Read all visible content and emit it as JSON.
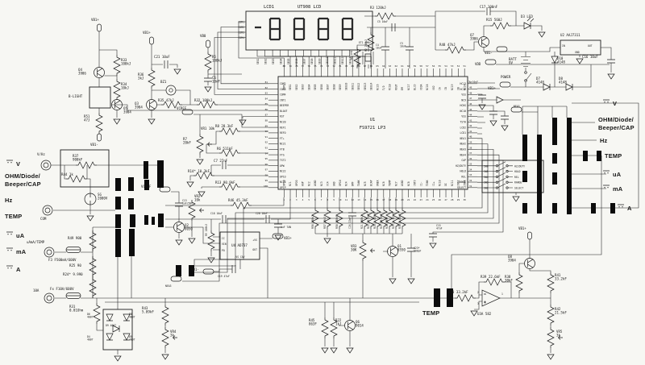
{
  "schematic": {
    "lcd": {
      "ref": "LCD1",
      "part": "UT908 LCD",
      "display": "8888",
      "com_pins": [
        "COM1",
        "COM2",
        "COM3",
        "COM4"
      ],
      "seg_pins": [
        "SEG1",
        "SEG2",
        "SEG3",
        "SEG4",
        "SEG5",
        "SEG6",
        "SEG7",
        "SEG8",
        "SEG9",
        "SEG10",
        "SEG11",
        "SEG12",
        "SEG13",
        "SEG14"
      ]
    },
    "ic_u1": {
      "ref": "U1",
      "part": "FS9721 LP3",
      "left_pins": {
        "start": 81,
        "step": 1,
        "names": [
          "COM2",
          "COM3",
          "COM4",
          "CNT1",
          "BEEPER",
          "BLOUT",
          "RST",
          "NC20",
          "REF1",
          "REFO",
          "FT+",
          "NC21",
          "FTB",
          "FTG",
          "TST2",
          "OPW",
          "NC22",
          "OP1O",
          "NC23",
          "OP1P"
        ]
      },
      "right_pins": {
        "start": 50,
        "step": -1,
        "names": [
          "HC13",
          "HC12",
          "VSS",
          "NC9",
          "HCHG",
          "NC10",
          "VSS",
          "TSTA",
          "LCD2",
          "LCD1",
          "NEA1",
          "NEA2",
          "NEA3",
          "NEA4",
          "CAP",
          "HZ/DUTY",
          "HOLD",
          "REL",
          "RANGE",
          "SELECT"
        ]
      },
      "top_pins": {
        "start": 80,
        "step": -1,
        "names": [
          "COM1",
          "SEG1",
          "SEG2",
          "SEG3",
          "SEG4",
          "SEG5",
          "SEG6",
          "SEG7",
          "SEG8",
          "SEG9",
          "SEG10",
          "SEG11",
          "SEG12",
          "SEG13",
          "SEG14",
          "NC16",
          "T/D",
          "RC1B",
          "ROUT",
          "EM",
          "NC17",
          "BLCD",
          "VDDA",
          "NC18",
          "VO2",
          "CA",
          "CB",
          "NC19",
          "VB",
          "NC14"
        ]
      },
      "bottom_pins": {
        "start": 1,
        "step": 1,
        "names": [
          "OP2N",
          "NC1",
          "OP2O",
          "AGP",
          "NC2",
          "AGND",
          "NC3",
          "VC4",
          "GND",
          "OP1N",
          "NC4",
          "BMF",
          "TANK",
          "NC5",
          "BCAP",
          "ONEX",
          "NC6",
          "TEMP",
          "NC7",
          "AGND",
          "NC8",
          "CNT3",
          "C1-",
          "TDNK",
          "C1+",
          "NC10",
          "DI",
          "NC11",
          "CNT2",
          "CNTR"
        ]
      }
    },
    "switches": [
      {
        "id": "SW6",
        "func": "HZ/DUTY"
      },
      {
        "id": "SW5",
        "func": "HOLD"
      },
      {
        "id": "SW4",
        "func": "REL"
      },
      {
        "id": "SW3",
        "func": "RANGE"
      },
      {
        "id": "SW2",
        "func": "SELECT"
      }
    ],
    "labels": {
      "vb1p_a": "VB1+",
      "q4": "Q4\n3906",
      "r33": "R33\n100kJ",
      "r34": "R34\n10kJ",
      "blight": "B-LIGHT",
      "r51": "R51\n47J",
      "vb1m_a": "VB1-",
      "q5": "Q5\n3904",
      "vb1p_b": "VB1+",
      "r36": "R36\n3kJ",
      "c21": "C21  10uF",
      "bz1": "BZ1",
      "q3": "Q3\n3904",
      "r35": "R35  47kJ",
      "r32": "R32  100kJ",
      "vb0": "VB0",
      "r5": "R5\n100kJ",
      "c6": "C6\n10nF",
      "vcref_a": "VCREF",
      "r7": "R7\n20kF",
      "vr1": "VR1  10k",
      "r8": "R8  28.3kF",
      "r6": "R6  511kF",
      "c7": "C7  27nF",
      "r14": "R14*  10.3kF",
      "r13": "R13  90.9kF",
      "lcd_ref": "LCD1",
      "lcd_part": "UT908 LCD",
      "r1": "R1 1MJ",
      "et1": "ET1 4MHz",
      "r3": "R3  120kJ",
      "c5": "C5 10uF",
      "r2": "R2 250kJ",
      "c4": "C4\n10uF",
      "c3": "C3\n10uF",
      "c17": "C17  100nF",
      "r48": "R48  47kJ",
      "r15": "R15  560J",
      "d3": "D3  LED",
      "q7": "Q7\n3906",
      "u2": "U2  AAJ7311",
      "u2_in": "IN",
      "u2_out": "OUT",
      "u2_gnd": "GND",
      "vb1m_b": "VB1-",
      "batt": "BATT\n9V",
      "d10": "D10\n4148",
      "power": "POWER",
      "d7": "D7\n4148",
      "d8": "D8\n4148",
      "vb1p_c": "VB1+",
      "c16": "C16  10uF",
      "vdd_a": "VDD",
      "c1": "C1 10uF",
      "u1_ref": "U1",
      "u1_part": "FS9721 LP3",
      "nea3_r": "NEA3",
      "rv": "V",
      "rohm1": "OHM/Diode/",
      "rohm2": "Beeper/CAP",
      "rhz": "Hz",
      "rtemp": "TEMP",
      "rua": "uA",
      "rma": "mA",
      "ra": "A",
      "lv": "V",
      "lohm1": "OHM/Diode/",
      "lohm2": "Beeper/CAP",
      "lhz": "Hz",
      "ltemp": "TEMP",
      "lua": "uA",
      "lma": "mA",
      "la": "A",
      "jvhz": "V/Hz",
      "jcom": "COM",
      "jua": "uAmA/TEMP",
      "j10a": "10A",
      "r37": "R37\n900kF",
      "r44": "R44  1k",
      "sg": "SG\n2000V",
      "r49": "R49  900",
      "f3l": "F3 F500mA/600V",
      "r25": "R25  90",
      "r24": "R24*  9.990",
      "fxl": "Fx  F10A/600V",
      "r31": "R31\n0.01Ohm",
      "d6": "D6\n4007",
      "d8b": "D8\n4007",
      "d9": "D9 4007",
      "d4": "D4\n4007",
      "d5": "D5\n4007",
      "r43": "R43\n5.09kF",
      "vr4": "VR4\n3k",
      "vcref_b": "VCREF",
      "c13": "C13\n1uF/50V",
      "q2": "Q2\n8050",
      "nea3_c": "NEA3",
      "vb1m_d": "VB1-",
      "vr2": "VR2\n10k",
      "r46": "R46  45.3kF",
      "c18": "C18 10uF",
      "c20": "C20 10uF",
      "tan": "1uF TAN",
      "vb1p_d": "VB1+",
      "u4": "U4  AD737",
      "u4_cc": "CC",
      "u4_vin": "VIN",
      "u4_po": "PO",
      "u4_vs": "+VS",
      "u4_out": "OUT",
      "u4_cav": "-VS CAV",
      "r9": "R9 100kJ",
      "c19": "C19  47uF",
      "r56": "R56 100kJ",
      "r57": "R57 10kJ",
      "r58": "R58 100kF",
      "c24": "C24 22nF",
      "r21": "R21 500kJ",
      "r11": "R11 39.2kF",
      "r16": "R16 1.825kF",
      "r17": "R17 50.5kF",
      "r18": "R18 909F",
      "r29": "R29 1.111kF",
      "r30": "R30 5.05kF",
      "c15": "C15\n47uF",
      "vr3": "VR3\n30K",
      "q1": "Q1\n8550",
      "c23": "C23*\n500pF",
      "r45": "R45\n863F",
      "r22": "R22\n1kJ",
      "q6": "Q6\n9014",
      "temp_b": "TEMP",
      "r40": "R40  33.2kF",
      "u3a": "U3A  582",
      "op_2": "2",
      "op_3": "3",
      "op_1": "1",
      "r39": "R39  22.6kF",
      "q8": "Q8\n3904",
      "vb1p_e": "VB1+",
      "r38": "R38\n30kF",
      "r41": "R41\n33.2kF",
      "r42": "R42\n21.5kF",
      "vr5": "VR5\n3k"
    }
  }
}
